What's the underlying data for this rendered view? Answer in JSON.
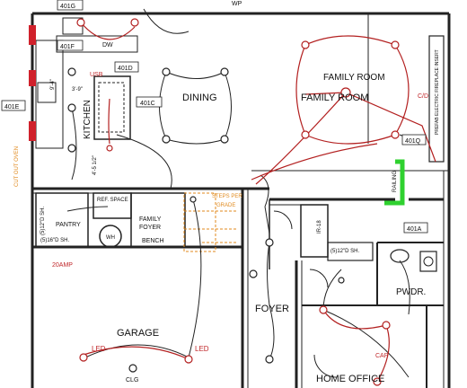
{
  "rooms": {
    "family_room_1": "FAMILY ROOM",
    "family_room_2": "FAMILY ROOM",
    "dining": "DINING",
    "kitchen": "KITCHEN",
    "foyer": "FOYER",
    "garage": "GARAGE",
    "pwdr": "PWDR.",
    "home_office": "HOME OFFICE",
    "pantry": "PANTRY",
    "family_foyer_1": "FAMILY",
    "family_foyer_2": "FOYER",
    "bench": "BENCH",
    "ref_space": "REF. SPACE",
    "wh": "WH"
  },
  "tags": {
    "t401g": "401G",
    "t401f": "401F",
    "t401d": "401D",
    "t401c": "401C",
    "t401e": "401E",
    "t401q": "401Q",
    "t401a": "401A",
    "dw": "DW",
    "wp": "WP",
    "usb": "USB",
    "cd": "C/D",
    "cap": "CAP",
    "led_left": "LED",
    "led_right": "LED",
    "clg": "CLG",
    "amp20": "20AMP",
    "railing": "RAILING",
    "steps_1": "STEPS PER",
    "steps_2": "GRADE",
    "cut_out_oven": "CUT OUT OVEN",
    "fireplace": "PREFAB ELECTRIC FIREPLACE INSERT",
    "shelf_5_12": "(5)12\"D SH.",
    "shelf_5_16": "(5)16\"D SH.",
    "shelf_5_12_left": "(5)12\"D SH.",
    "ir_18": "IR-18",
    "dim_3_9": "3'-9\"",
    "dim_4_5": "4'-5 1/2\"",
    "dim_9_4": "9'-4\""
  },
  "colors": {
    "wire_red": "#b32020",
    "tag_red": "#c0282b",
    "orange": "#e08a1e",
    "green": "#2fd12f",
    "wall": "#222222"
  }
}
